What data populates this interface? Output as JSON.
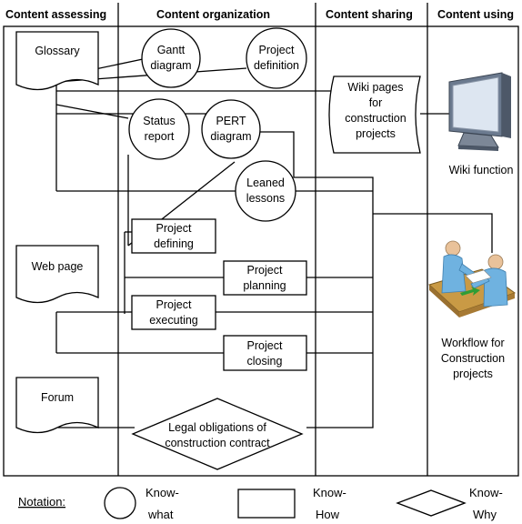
{
  "headers": {
    "col1": "Content assessing",
    "col2": "Content organization",
    "col3": "Content sharing",
    "col4": "Content using"
  },
  "documents": {
    "glossary": "Glossary",
    "web_page": "Web page",
    "forum": "Forum"
  },
  "circles": {
    "gantt": [
      "Gantt",
      "diagram"
    ],
    "project_definition": [
      "Project",
      "definition"
    ],
    "status_report": [
      "Status",
      "report"
    ],
    "pert": [
      "PERT",
      "diagram"
    ],
    "leaned_lessons": [
      "Leaned",
      "lessons"
    ]
  },
  "processes": {
    "defining": [
      "Project",
      "defining"
    ],
    "planning": [
      "Project",
      "planning"
    ],
    "executing": [
      "Project",
      "executing"
    ],
    "closing": [
      "Project",
      "closing"
    ]
  },
  "decision": {
    "legal": [
      "Legal obligations of",
      "construction contract"
    ]
  },
  "wiki_pages": [
    "Wiki pages",
    "for",
    "construction",
    "projects"
  ],
  "using": {
    "wiki_function": "Wiki function",
    "workflow": [
      "Workflow for",
      "Construction",
      "projects"
    ]
  },
  "notation": {
    "title": "Notation:",
    "know_what": [
      "Know-",
      "what"
    ],
    "know_how": [
      "Know-",
      "How"
    ],
    "know_why": [
      "Know-",
      "Why"
    ]
  },
  "icons": {
    "monitor": "computer-monitor-icon",
    "meeting": "two-people-meeting-icon"
  }
}
